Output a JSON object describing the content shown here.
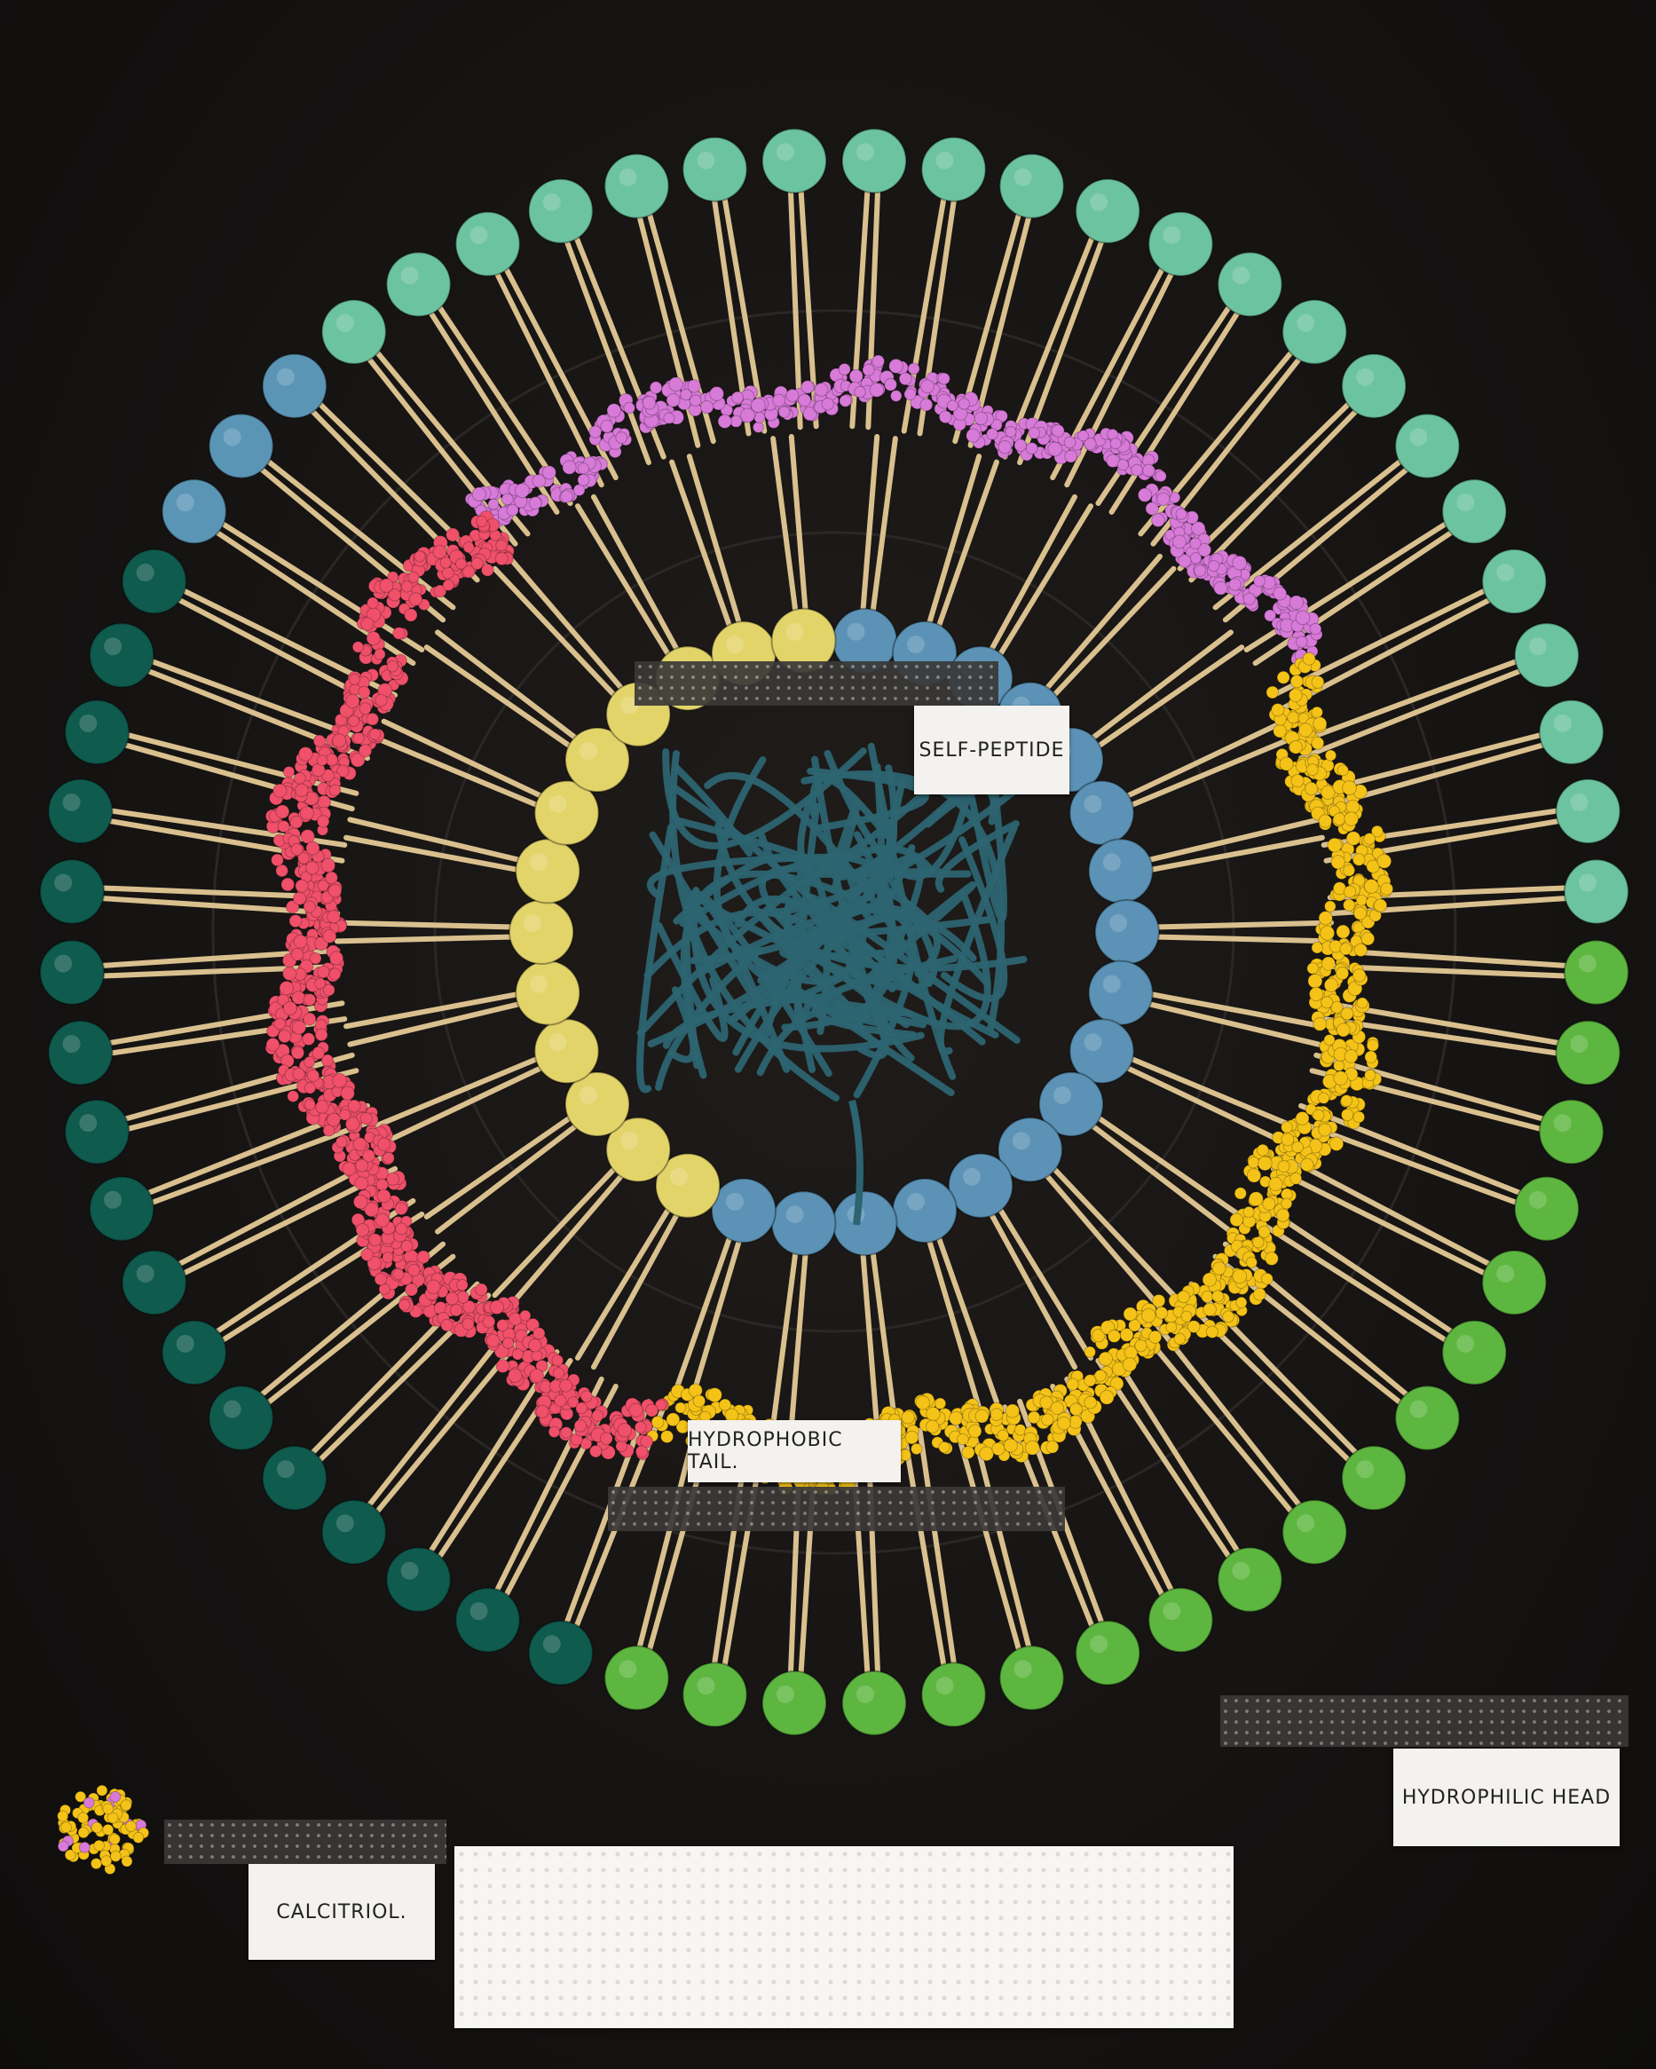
{
  "labels": {
    "self_peptide": "SELF-PEPTIDE",
    "hydrophobic_tail": "HYDROPHOBIC TAIL.",
    "hydrophilic_head": "HYDROPHILIC HEAD",
    "calcitriol": "CALCITRIOL."
  },
  "colors": {
    "board": "#151312",
    "stick": "#d9c08e",
    "outer_heads_dark_teal": "#0f5b4e",
    "outer_heads_mint": "#6cc3a0",
    "outer_heads_blue": "#5b95b6",
    "outer_heads_green": "#5db63f",
    "inner_heads_yellow": "#e3d46a",
    "inner_heads_blue": "#5b92b5",
    "beads_red": "#f0506a",
    "beads_pink": "#d77ad8",
    "beads_yellow": "#f5c318",
    "yarn": "#2c6471"
  }
}
